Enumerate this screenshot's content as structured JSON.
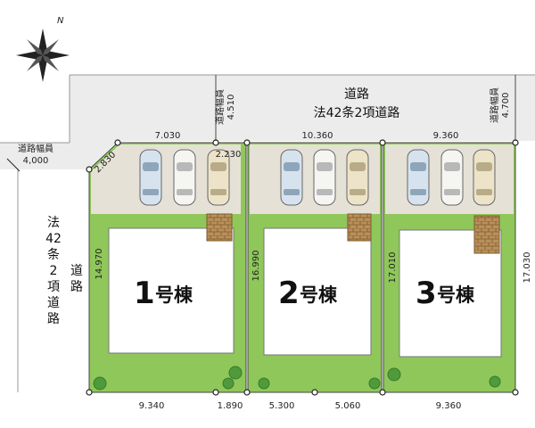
{
  "compass": {
    "north": "N"
  },
  "road_top": {
    "line1": "道路",
    "line2": "法42条2項道路"
  },
  "road_left": {
    "col1": [
      "法",
      "42",
      "条",
      "2",
      "項",
      "道",
      "路"
    ],
    "col2": [
      "道",
      "路"
    ]
  },
  "road_width_labels": {
    "left": {
      "label": "道路幅員",
      "value": "4,000"
    },
    "top_left": {
      "label": "道路幅員",
      "value": "4.510"
    },
    "top_right": {
      "label": "道路幅員",
      "value": "4.700"
    }
  },
  "lots": [
    {
      "num": "1",
      "suffix": "号棟",
      "depth": "14.970",
      "front": "7.030",
      "front_right": "2.230",
      "corner": "2.830",
      "bottom": [
        "9.340",
        "1.890"
      ]
    },
    {
      "num": "2",
      "suffix": "号棟",
      "depth": "16.990",
      "front": "10.360",
      "bottom": [
        "5.300",
        "5.060"
      ]
    },
    {
      "num": "3",
      "suffix": "号棟",
      "depth_left": "17.010",
      "depth_right": "17.030",
      "front": "9.360",
      "bottom": [
        "9.360"
      ]
    }
  ],
  "colors": {
    "lawn": "#8fc75a",
    "parking": "#e5e1d6",
    "road": "#e6e6e6",
    "house": "#ffffff",
    "deck": "#b08650"
  }
}
